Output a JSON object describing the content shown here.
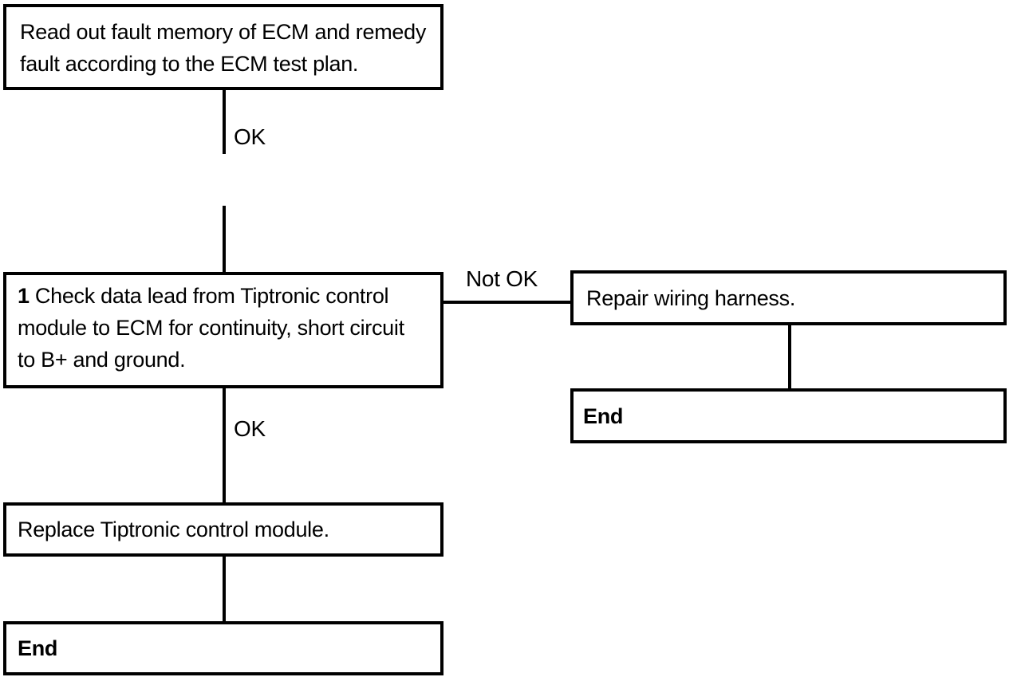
{
  "nodes": {
    "read_fault_memory": {
      "lines": [
        "Read out fault memory of ECM and remedy",
        "fault according to the ECM test plan."
      ]
    },
    "check_data_lead": {
      "step_number": "1",
      "lines": [
        "Check data lead from Tiptronic control",
        "module to ECM for continuity, short circuit",
        "to B+ and ground."
      ]
    },
    "repair_wiring": {
      "text": "Repair wiring harness."
    },
    "replace_module": {
      "text": "Replace Tiptronic control module."
    },
    "end_left": {
      "text": "End"
    },
    "end_right": {
      "text": "End"
    }
  },
  "edge_labels": {
    "ok_top": "OK",
    "not_ok": "Not OK",
    "ok_bottom": "OK"
  },
  "colors": {
    "ink": "#000000",
    "paper": "#ffffff"
  }
}
